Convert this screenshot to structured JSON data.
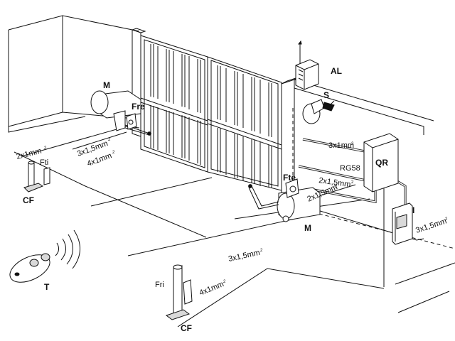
{
  "labels": {
    "motor_left": "M",
    "motor_right": "M",
    "flashing_light": "AL",
    "key_selector": "S",
    "control_panel": "QR",
    "receiver_interior": "Fre",
    "photocell_tx_interior": "Fti",
    "photocell_tx_exterior": "Fte",
    "photocell_rx_exterior": "Fri",
    "column_left": "CF",
    "column_bottom": "CF",
    "transmitter": "T",
    "switch": "I"
  },
  "cables": {
    "left_2x1": "2x1mm",
    "left_3x1_5": "3x1,5mm",
    "left_4x1": "4x1mm",
    "selector_3x1": "3x1mm",
    "rg58": "RG58",
    "panel_2x1_5": "2x1,5mm",
    "motor_2x1_5": "2x1,5mm",
    "mains_3x1_5": "3x1,5mm",
    "ground_3x1_5": "3x1,5mm",
    "ground_4x1": "4x1mm",
    "sup_2": "2"
  }
}
